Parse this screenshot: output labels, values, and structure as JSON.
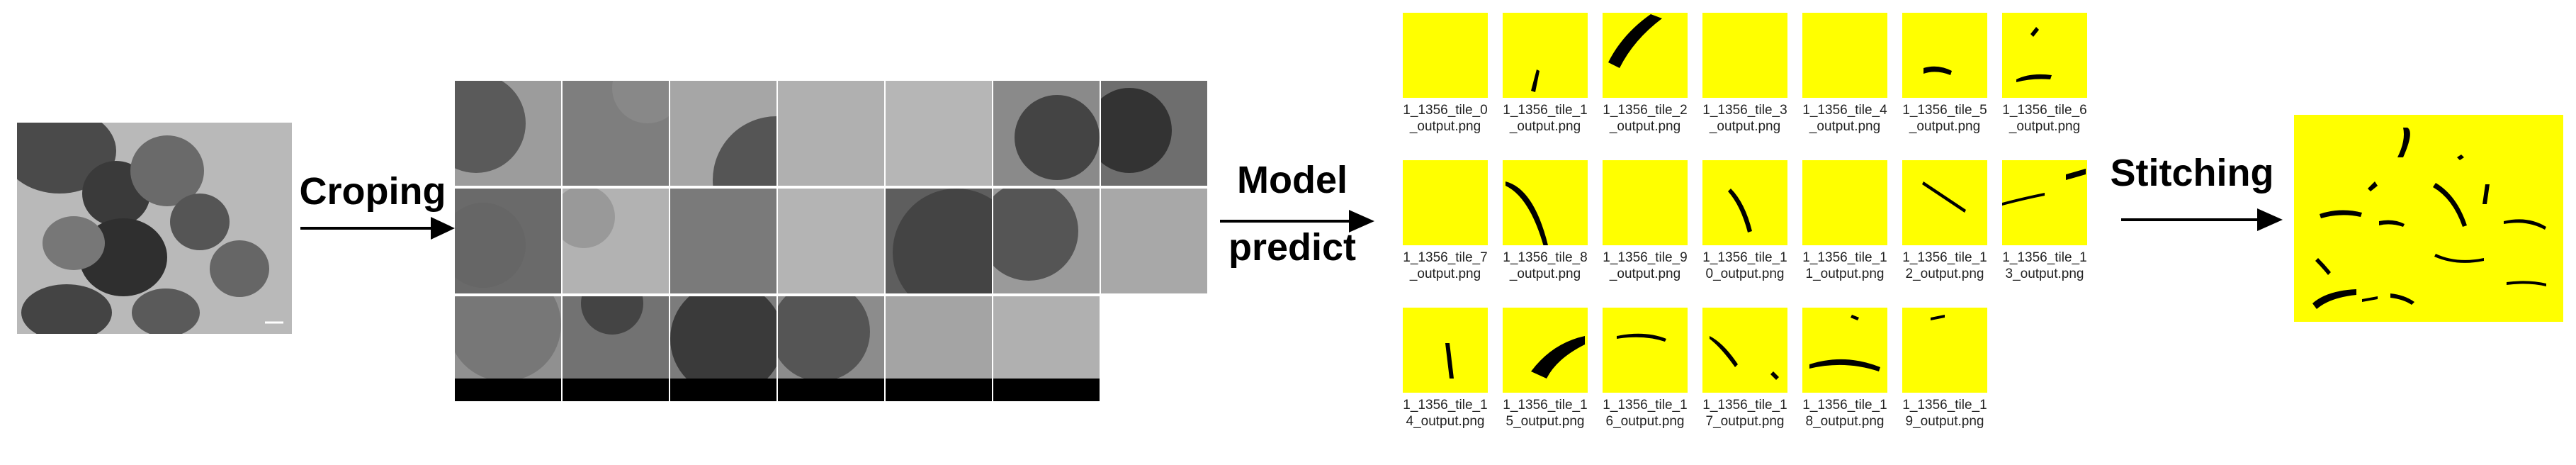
{
  "steps": {
    "crop_label": "Croping",
    "predict_label_line1": "Model",
    "predict_label_line2": "predict",
    "stitch_label": "Stitching"
  },
  "colors": {
    "mask_background": "#ffff00",
    "mask_foreground": "#000000",
    "micrograph_gray": "#b8b8b8"
  },
  "output_tiles": [
    {
      "caption": "1_1356_tile_0_output.png"
    },
    {
      "caption": "1_1356_tile_1_output.png"
    },
    {
      "caption": "1_1356_tile_2_output.png"
    },
    {
      "caption": "1_1356_tile_3_output.png"
    },
    {
      "caption": "1_1356_tile_4_output.png"
    },
    {
      "caption": "1_1356_tile_5_output.png"
    },
    {
      "caption": "1_1356_tile_6_output.png"
    },
    {
      "caption": "1_1356_tile_7_output.png"
    },
    {
      "caption": "1_1356_tile_8_output.png"
    },
    {
      "caption": "1_1356_tile_9_output.png"
    },
    {
      "caption": "1_1356_tile_10_output.png"
    },
    {
      "caption": "1_1356_tile_11_output.png"
    },
    {
      "caption": "1_1356_tile_12_output.png"
    },
    {
      "caption": "1_1356_tile_13_output.png"
    },
    {
      "caption": "1_1356_tile_14_output.png"
    },
    {
      "caption": "1_1356_tile_15_output.png"
    },
    {
      "caption": "1_1356_tile_16_output.png"
    },
    {
      "caption": "1_1356_tile_17_output.png"
    },
    {
      "caption": "1_1356_tile_18_output.png"
    },
    {
      "caption": "1_1356_tile_19_output.png"
    }
  ]
}
